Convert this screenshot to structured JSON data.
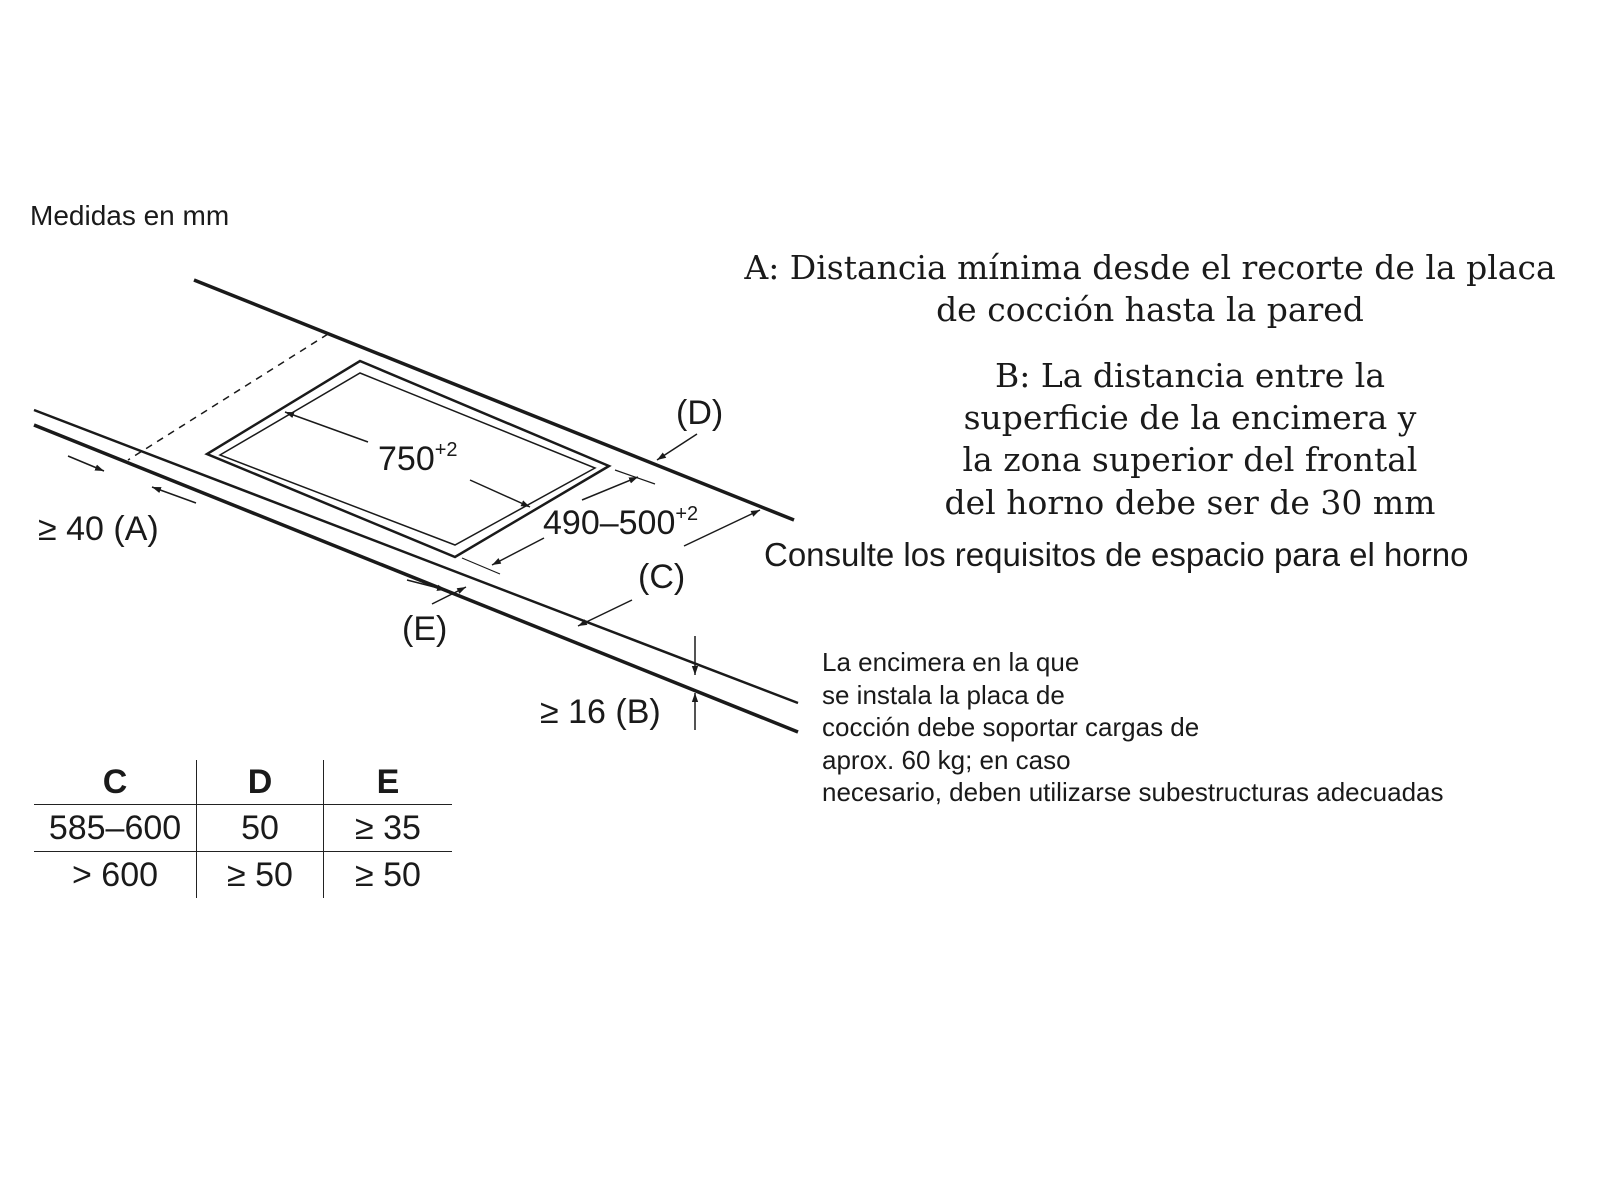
{
  "units_label": "Medidas en mm",
  "notes": {
    "a_lines": [
      "A: Distancia mínima desde el recorte de la placa",
      "de cocción hasta la pared"
    ],
    "b_lines": [
      "B: La distancia entre la",
      "superficie de la encimera y",
      "la zona superior del frontal",
      "del horno debe ser de 30 mm"
    ],
    "oven": "Consulte los requisitos de espacio para el horno",
    "load_lines": [
      "La encimera en la que",
      "se instala la placa de",
      "cocción debe soportar cargas de",
      "aprox. 60 kg; en caso",
      "necesario, deben utilizarse subestructuras adecuadas"
    ]
  },
  "diagram": {
    "width_value": "750",
    "width_tolerance": "+2",
    "depth_value": "490–500",
    "depth_tolerance": "+2",
    "label_A": "≥ 40 (A)",
    "label_B": "≥ 16 (B)",
    "label_C": "(C)",
    "label_D": "(D)",
    "label_E": "(E)"
  },
  "table": {
    "headers": [
      "C",
      "D",
      "E"
    ],
    "rows": [
      [
        "585–600",
        "50",
        "≥ 35"
      ],
      [
        "> 600",
        "≥ 50",
        "≥ 50"
      ]
    ]
  }
}
